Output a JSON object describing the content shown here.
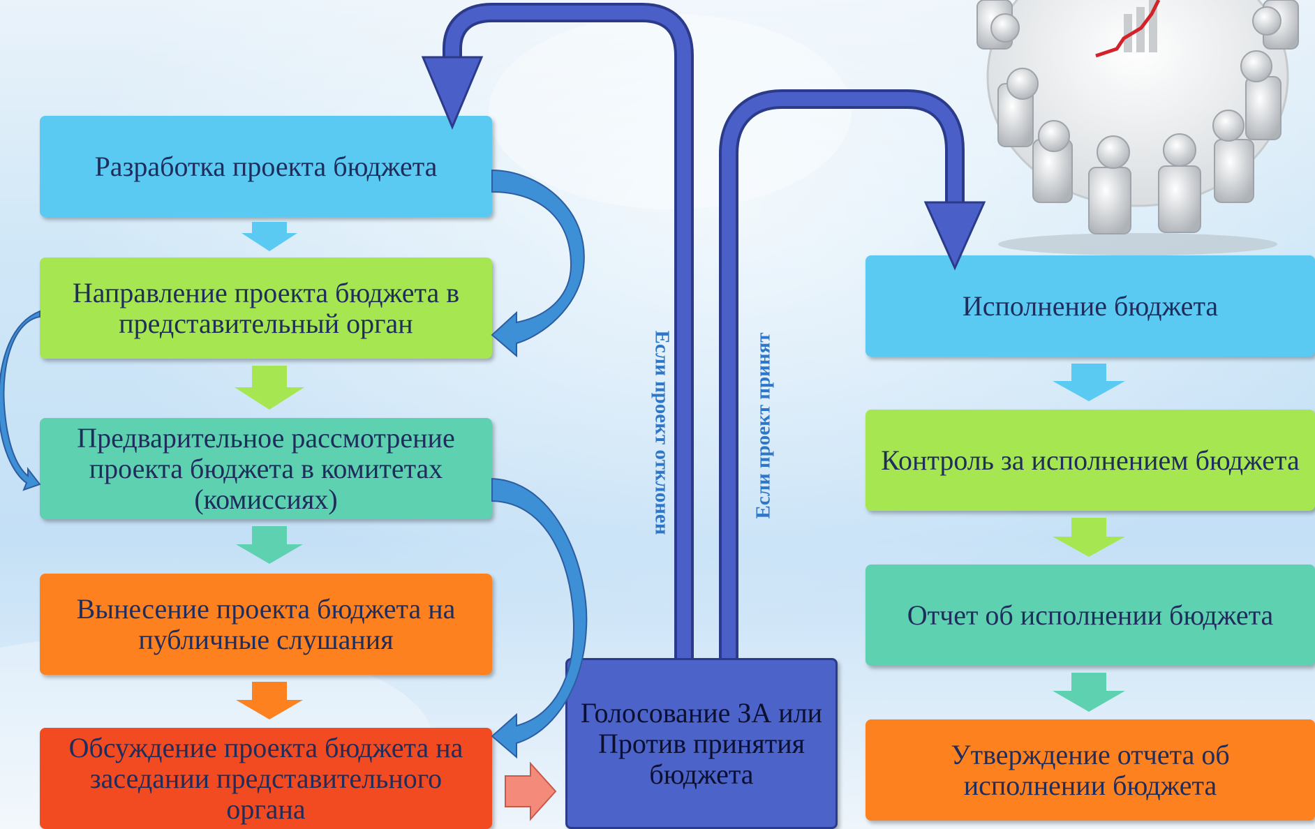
{
  "colors": {
    "cyan": "#5bcaf3",
    "lime": "#a6e651",
    "teal": "#5ed1b1",
    "orange": "#fe8120",
    "red": "#f24a21",
    "vote_blue": "#4c63c9",
    "curve_arrow": "#3d8fd6",
    "loop_arrow": "#4a5fc8",
    "label_blue": "#2e76c9"
  },
  "left_column": [
    {
      "text": "Разработка проекта бюджета"
    },
    {
      "text": "Направление проекта бюджета в представительный орган"
    },
    {
      "text": "Предварительное рассмотрение проекта бюджета в комитетах (комиссиях)"
    },
    {
      "text": "Вынесение проекта бюджета на публичные слушания"
    },
    {
      "text": "Обсуждение проекта бюджета на заседании представительного органа"
    }
  ],
  "vote": {
    "text": "Голосование ЗА или Против принятия бюджета"
  },
  "labels": {
    "rejected": "Если проект отклонен",
    "accepted": "Если проект принят"
  },
  "right_column": [
    {
      "text": "Исполнение бюджета"
    },
    {
      "text": "Контроль за исполнением бюджета"
    },
    {
      "text": "Отчет об исполнении бюджета"
    },
    {
      "text": "Утверждение отчета об исполнении бюджета"
    }
  ],
  "illustration": {
    "icon": "round-table-meeting-with-chart-icon"
  }
}
